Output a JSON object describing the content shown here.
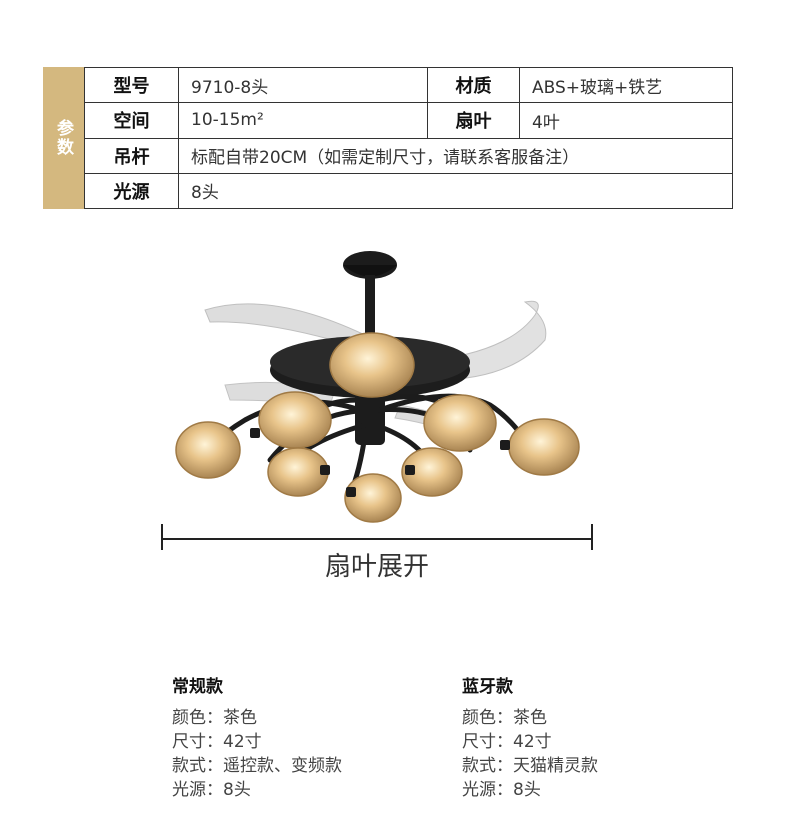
{
  "params": {
    "side_label": "参数",
    "rows": [
      [
        {
          "key": "型号",
          "value": "9710-8头"
        },
        {
          "key": "材质",
          "value": "ABS+玻璃+铁艺"
        }
      ],
      [
        {
          "key": "空间",
          "value": "10-15m²"
        },
        {
          "key": "扇叶",
          "value": "4叶"
        }
      ],
      [
        {
          "key": "吊杆",
          "value": "标配自带20CM（如需定制尺寸，请联系客服备注）"
        }
      ],
      [
        {
          "key": "光源",
          "value": "8头"
        }
      ]
    ]
  },
  "dimension": {
    "label": "扇叶展开"
  },
  "variants": [
    {
      "title": "常规款",
      "lines": [
        "颜色：茶色",
        "尺寸：42寸",
        "款式：遥控款、变频款",
        "光源：8头"
      ]
    },
    {
      "title": "蓝牙款",
      "lines": [
        "颜色：茶色",
        "尺寸：42寸",
        "款式：天猫精灵款",
        "光源：8头"
      ]
    }
  ],
  "colors": {
    "accent": "#d4b87f",
    "fixture": "#1c1c1c",
    "glass": "#d9b27a"
  }
}
